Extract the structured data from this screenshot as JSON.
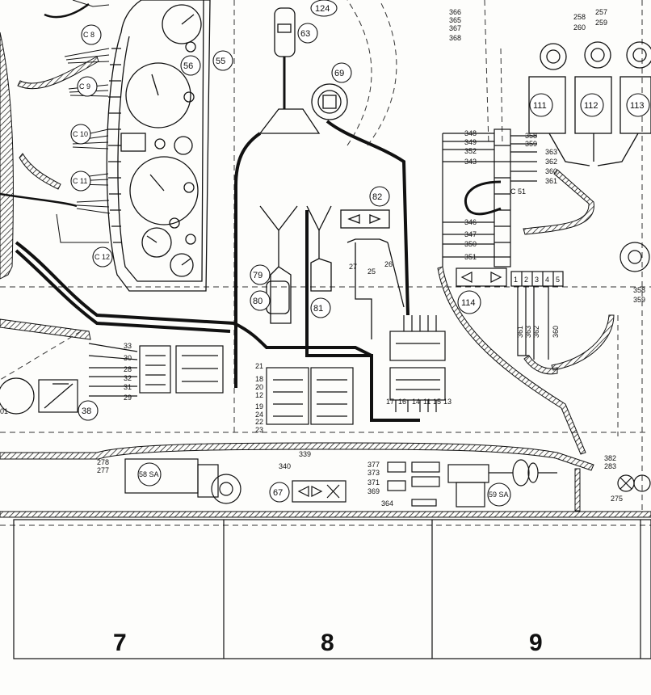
{
  "diagram": {
    "component_refs": [
      "124",
      "63",
      "56",
      "55",
      "69",
      "82",
      "79",
      "80",
      "81",
      "111",
      "112",
      "113",
      "114",
      "38",
      "58 SA",
      "67",
      "59 SA"
    ],
    "connector_refs": [
      "C 8",
      "C 9",
      "C 10",
      "C 11",
      "C 12",
      "C 51"
    ],
    "wire_labels_left": [
      "33",
      "30",
      "28",
      "32",
      "31",
      "29"
    ],
    "wire_labels_mid": [
      "21",
      "18",
      "20",
      "12",
      "19",
      "24",
      "22",
      "23"
    ],
    "wire_labels_switch": [
      "27",
      "25",
      "26"
    ],
    "wire_labels_right_bottom": [
      "17",
      "16",
      "14",
      "11",
      "15",
      "13"
    ],
    "wire_labels_top": [
      "366",
      "365",
      "367",
      "368"
    ],
    "wire_labels_top_right": [
      "258",
      "257",
      "259",
      "260"
    ],
    "wire_labels_c51_left": [
      "348",
      "349",
      "352",
      "343",
      "346",
      "347",
      "350",
      "351"
    ],
    "wire_labels_c51_right": [
      "358",
      "359",
      "363",
      "362",
      "360",
      "361"
    ],
    "wire_labels_vertical": [
      "361",
      "363",
      "362",
      "360"
    ],
    "wire_labels_right_edge": [
      "358",
      "359"
    ],
    "terminal_numbers": [
      "1",
      "2",
      "3",
      "4",
      "5"
    ],
    "wire_labels_bottom_left": [
      "278",
      "277"
    ],
    "wire_labels_bottom_mid": [
      "339",
      "340"
    ],
    "wire_labels_bottom_right": [
      "377",
      "373",
      "371",
      "369",
      "364"
    ],
    "wire_labels_far_right": [
      "382",
      "283",
      "275"
    ],
    "edge_label_left": "01",
    "grid_columns": [
      "7",
      "8",
      "9"
    ]
  }
}
